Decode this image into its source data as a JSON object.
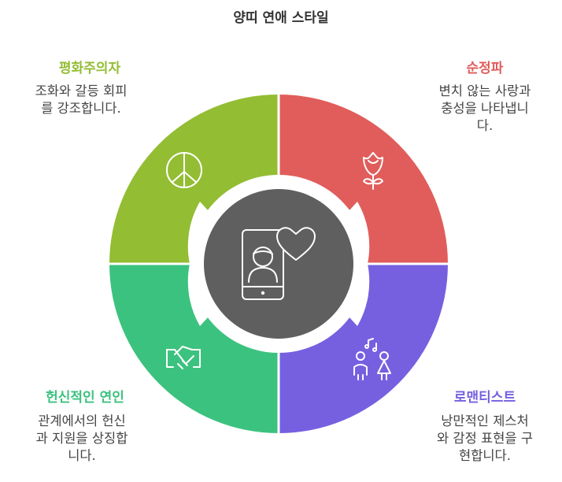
{
  "title": "양띠 연애 스타일",
  "colors": {
    "pacifist": "#93bd33",
    "devoted": "#e05d5b",
    "partner": "#3cc27f",
    "romantic": "#7660e0",
    "center": "#5f5f5f"
  },
  "segments": {
    "pacifist": {
      "heading": "평화주의자",
      "desc_lines": [
        "조화와 갈등 회피",
        "를 강조합니다."
      ],
      "icon": "peace-icon"
    },
    "devoted": {
      "heading": "순정파",
      "desc_lines": [
        "변치 않는 사랑과",
        "충성을 나타냅니",
        "다."
      ],
      "icon": "rose-icon"
    },
    "partner": {
      "heading": "헌신적인 연인",
      "desc_lines": [
        "관계에서의 헌신",
        "과 지원을 상징합",
        "니다."
      ],
      "icon": "handshake-icon"
    },
    "romantic": {
      "heading": "로맨티스트",
      "desc_lines": [
        "낭만적인 제스처",
        "와 감정 표현을 구",
        "현합니다."
      ],
      "icon": "couple-music-icon"
    }
  },
  "center_icon": "phone-love-icon"
}
